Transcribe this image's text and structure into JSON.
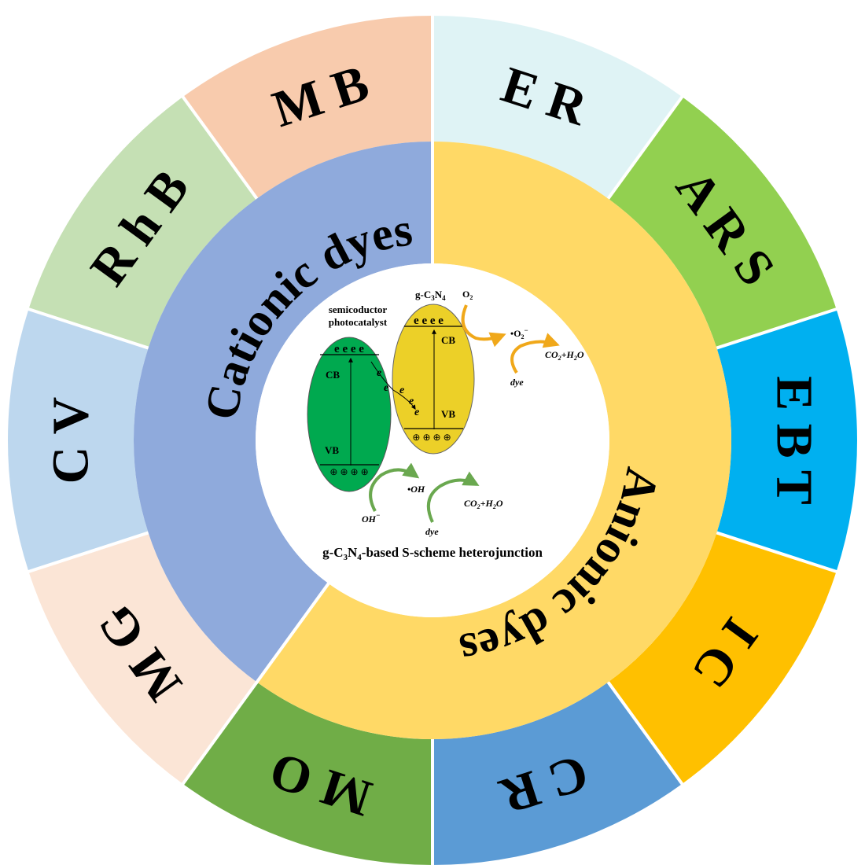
{
  "outer_segments": [
    {
      "label": "E R",
      "color": "#dff3f5"
    },
    {
      "label": "A R S",
      "color": "#92d050"
    },
    {
      "label": "E B T",
      "color": "#00b0f0"
    },
    {
      "label": "I C",
      "color": "#ffc000"
    },
    {
      "label": "C R",
      "color": "#5b9bd5"
    },
    {
      "label": "M O",
      "color": "#70ad47"
    },
    {
      "label": "M G",
      "color": "#fbe5d6"
    },
    {
      "label": "C V",
      "color": "#bdd7ee"
    },
    {
      "label": "R h B",
      "color": "#c5e0b4"
    },
    {
      "label": "M B",
      "color": "#f8cbad"
    }
  ],
  "inner_ring": {
    "cationic": {
      "label": "Cationic dyes",
      "color": "#8faadc"
    },
    "anionic": {
      "label": "Anionic dyes",
      "color": "#ffd966"
    }
  },
  "center": {
    "semiconductor_label_1": "semicoductor",
    "semiconductor_label_2": "photocatalyst",
    "gcn_label": "g-C",
    "gcn_sub1": "3",
    "gcn_n": "N",
    "gcn_sub2": "4",
    "cb": "CB",
    "vb": "VB",
    "electron": "e",
    "hole": "⊕",
    "o2": "O",
    "o2_sub": "2",
    "superoxide": "•O",
    "superoxide_sub": "2",
    "superoxide_sup": "−",
    "hydroxyl": "•OH",
    "oh_minus": "OH",
    "oh_minus_sup": "−",
    "co2": "CO",
    "co2_sub": "2",
    "h2o": "+H",
    "h2o_sub": "2",
    "h2o_o": "O",
    "dye": "dye",
    "title_g": "g-C",
    "title_sub1": "3",
    "title_n": "N",
    "title_sub2": "4",
    "title_rest": "-based S-scheme heterojunction",
    "colors": {
      "green": "#00a94f",
      "yellow": "#ecd028",
      "arrow_orange": "#f0a81a",
      "arrow_green": "#6aa84f"
    }
  }
}
